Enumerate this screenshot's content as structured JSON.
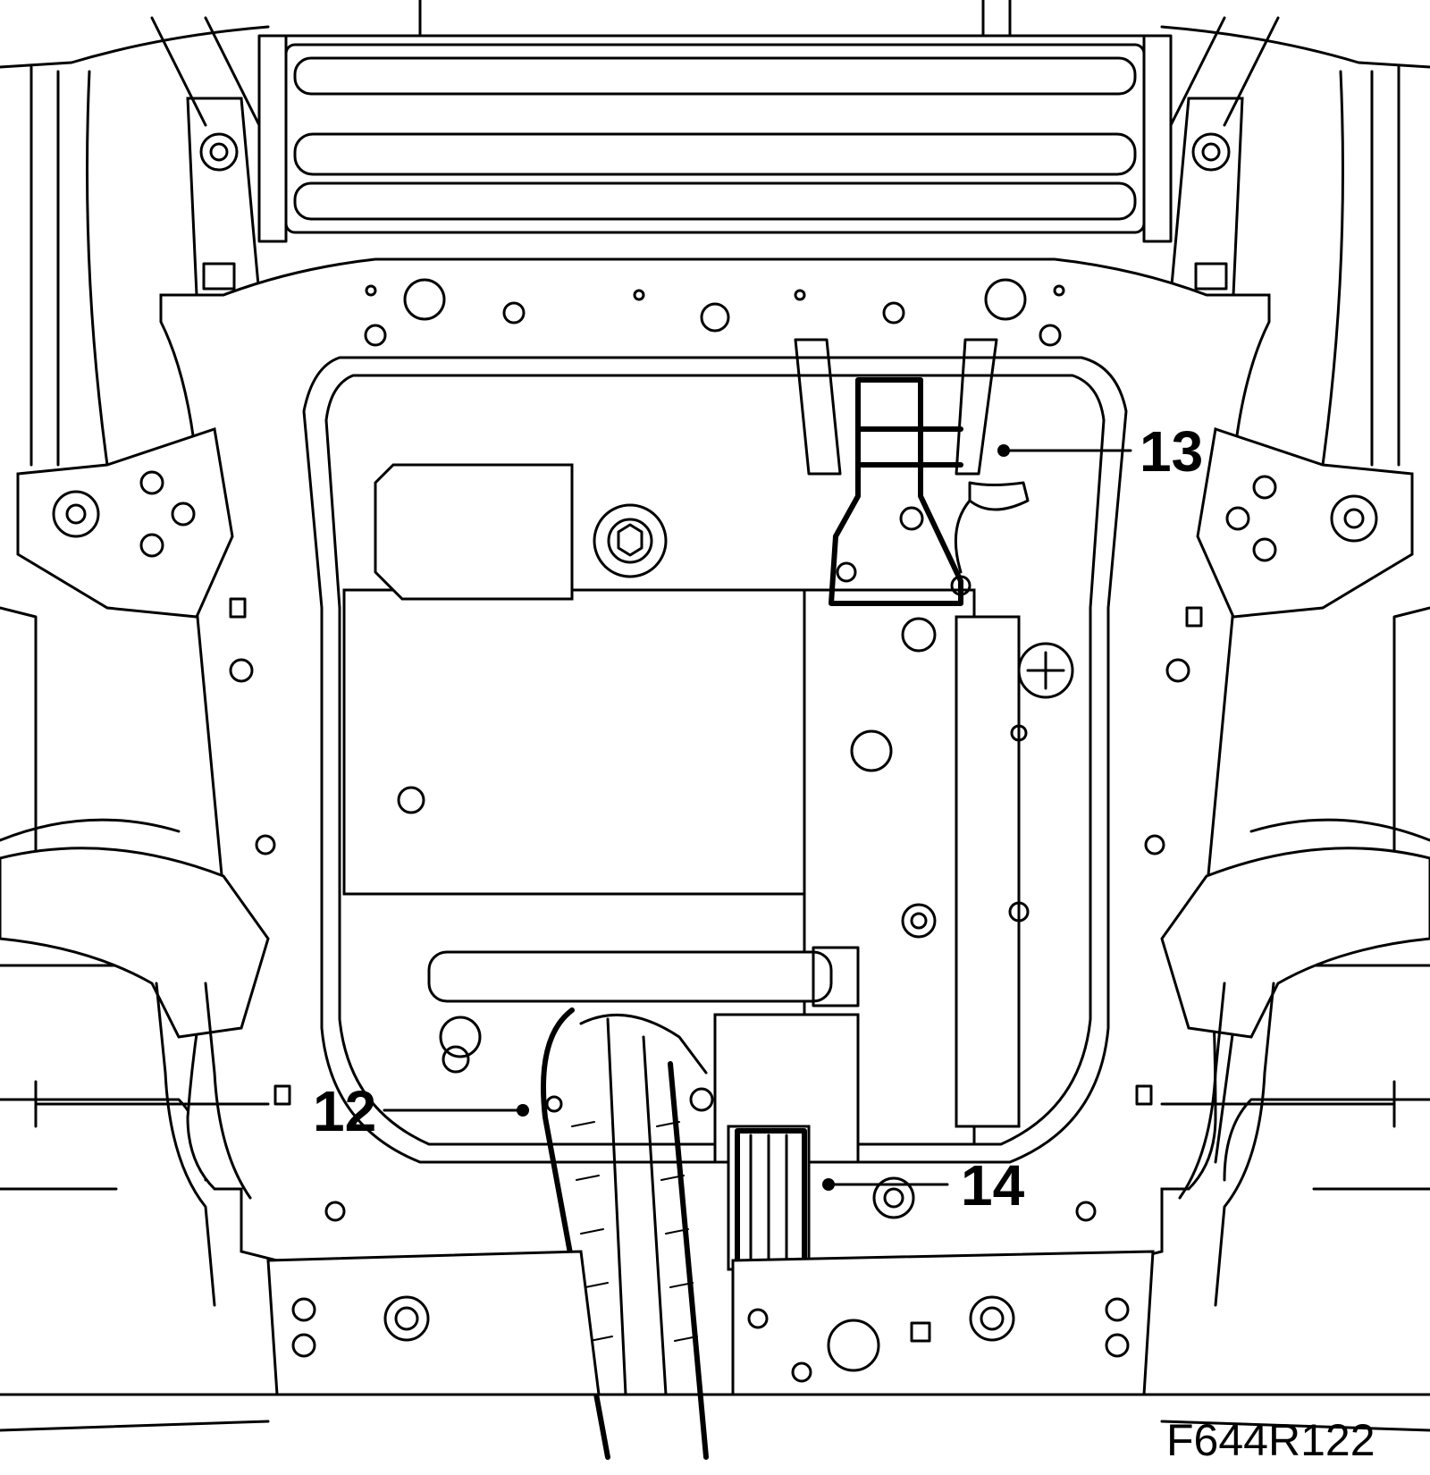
{
  "figure": {
    "reference": "F644R122",
    "callouts": [
      {
        "id": "callout-12",
        "label": "12"
      },
      {
        "id": "callout-13",
        "label": "13"
      },
      {
        "id": "callout-14",
        "label": "14"
      }
    ]
  }
}
